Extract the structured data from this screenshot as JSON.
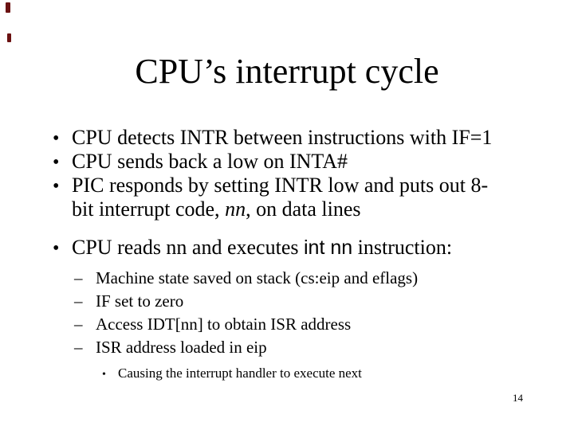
{
  "slide": {
    "title": "CPU’s interrupt cycle",
    "page_number": "14",
    "markers": {
      "level1": "•",
      "level2": "–",
      "level3": "•"
    },
    "colors": {
      "background": "#ffffff",
      "text": "#000000",
      "artifact_mark": "#6a1111"
    },
    "bullets": [
      {
        "lines": [
          {
            "parts": [
              {
                "t": "CPU detects INTR between instructions with IF=1",
                "style": "serif"
              }
            ]
          }
        ]
      },
      {
        "lines": [
          {
            "parts": [
              {
                "t": "CPU sends back a low on INTA#",
                "style": "serif"
              }
            ]
          }
        ]
      },
      {
        "lines": [
          {
            "parts": [
              {
                "t": "PIC responds by setting INTR low and puts out 8-",
                "style": "serif"
              }
            ]
          },
          {
            "parts": [
              {
                "t": "bit interrupt code, ",
                "style": "serif"
              },
              {
                "t": "nn",
                "style": "italic"
              },
              {
                "t": ", on data lines",
                "style": "serif"
              }
            ]
          }
        ]
      },
      {
        "lines": [
          {
            "parts": [
              {
                "t": "CPU reads nn and executes ",
                "style": "serif"
              },
              {
                "t": "int nn",
                "style": "sans"
              },
              {
                "t": " instruction:",
                "style": "serif"
              }
            ]
          }
        ]
      }
    ],
    "sub_bullets": [
      "Machine state saved on stack (cs:eip and eflags)",
      "IF set to zero",
      "Access IDT[nn] to obtain ISR address",
      "ISR address loaded in eip"
    ],
    "level3_bullets": [
      "Causing the interrupt handler to execute next"
    ]
  }
}
